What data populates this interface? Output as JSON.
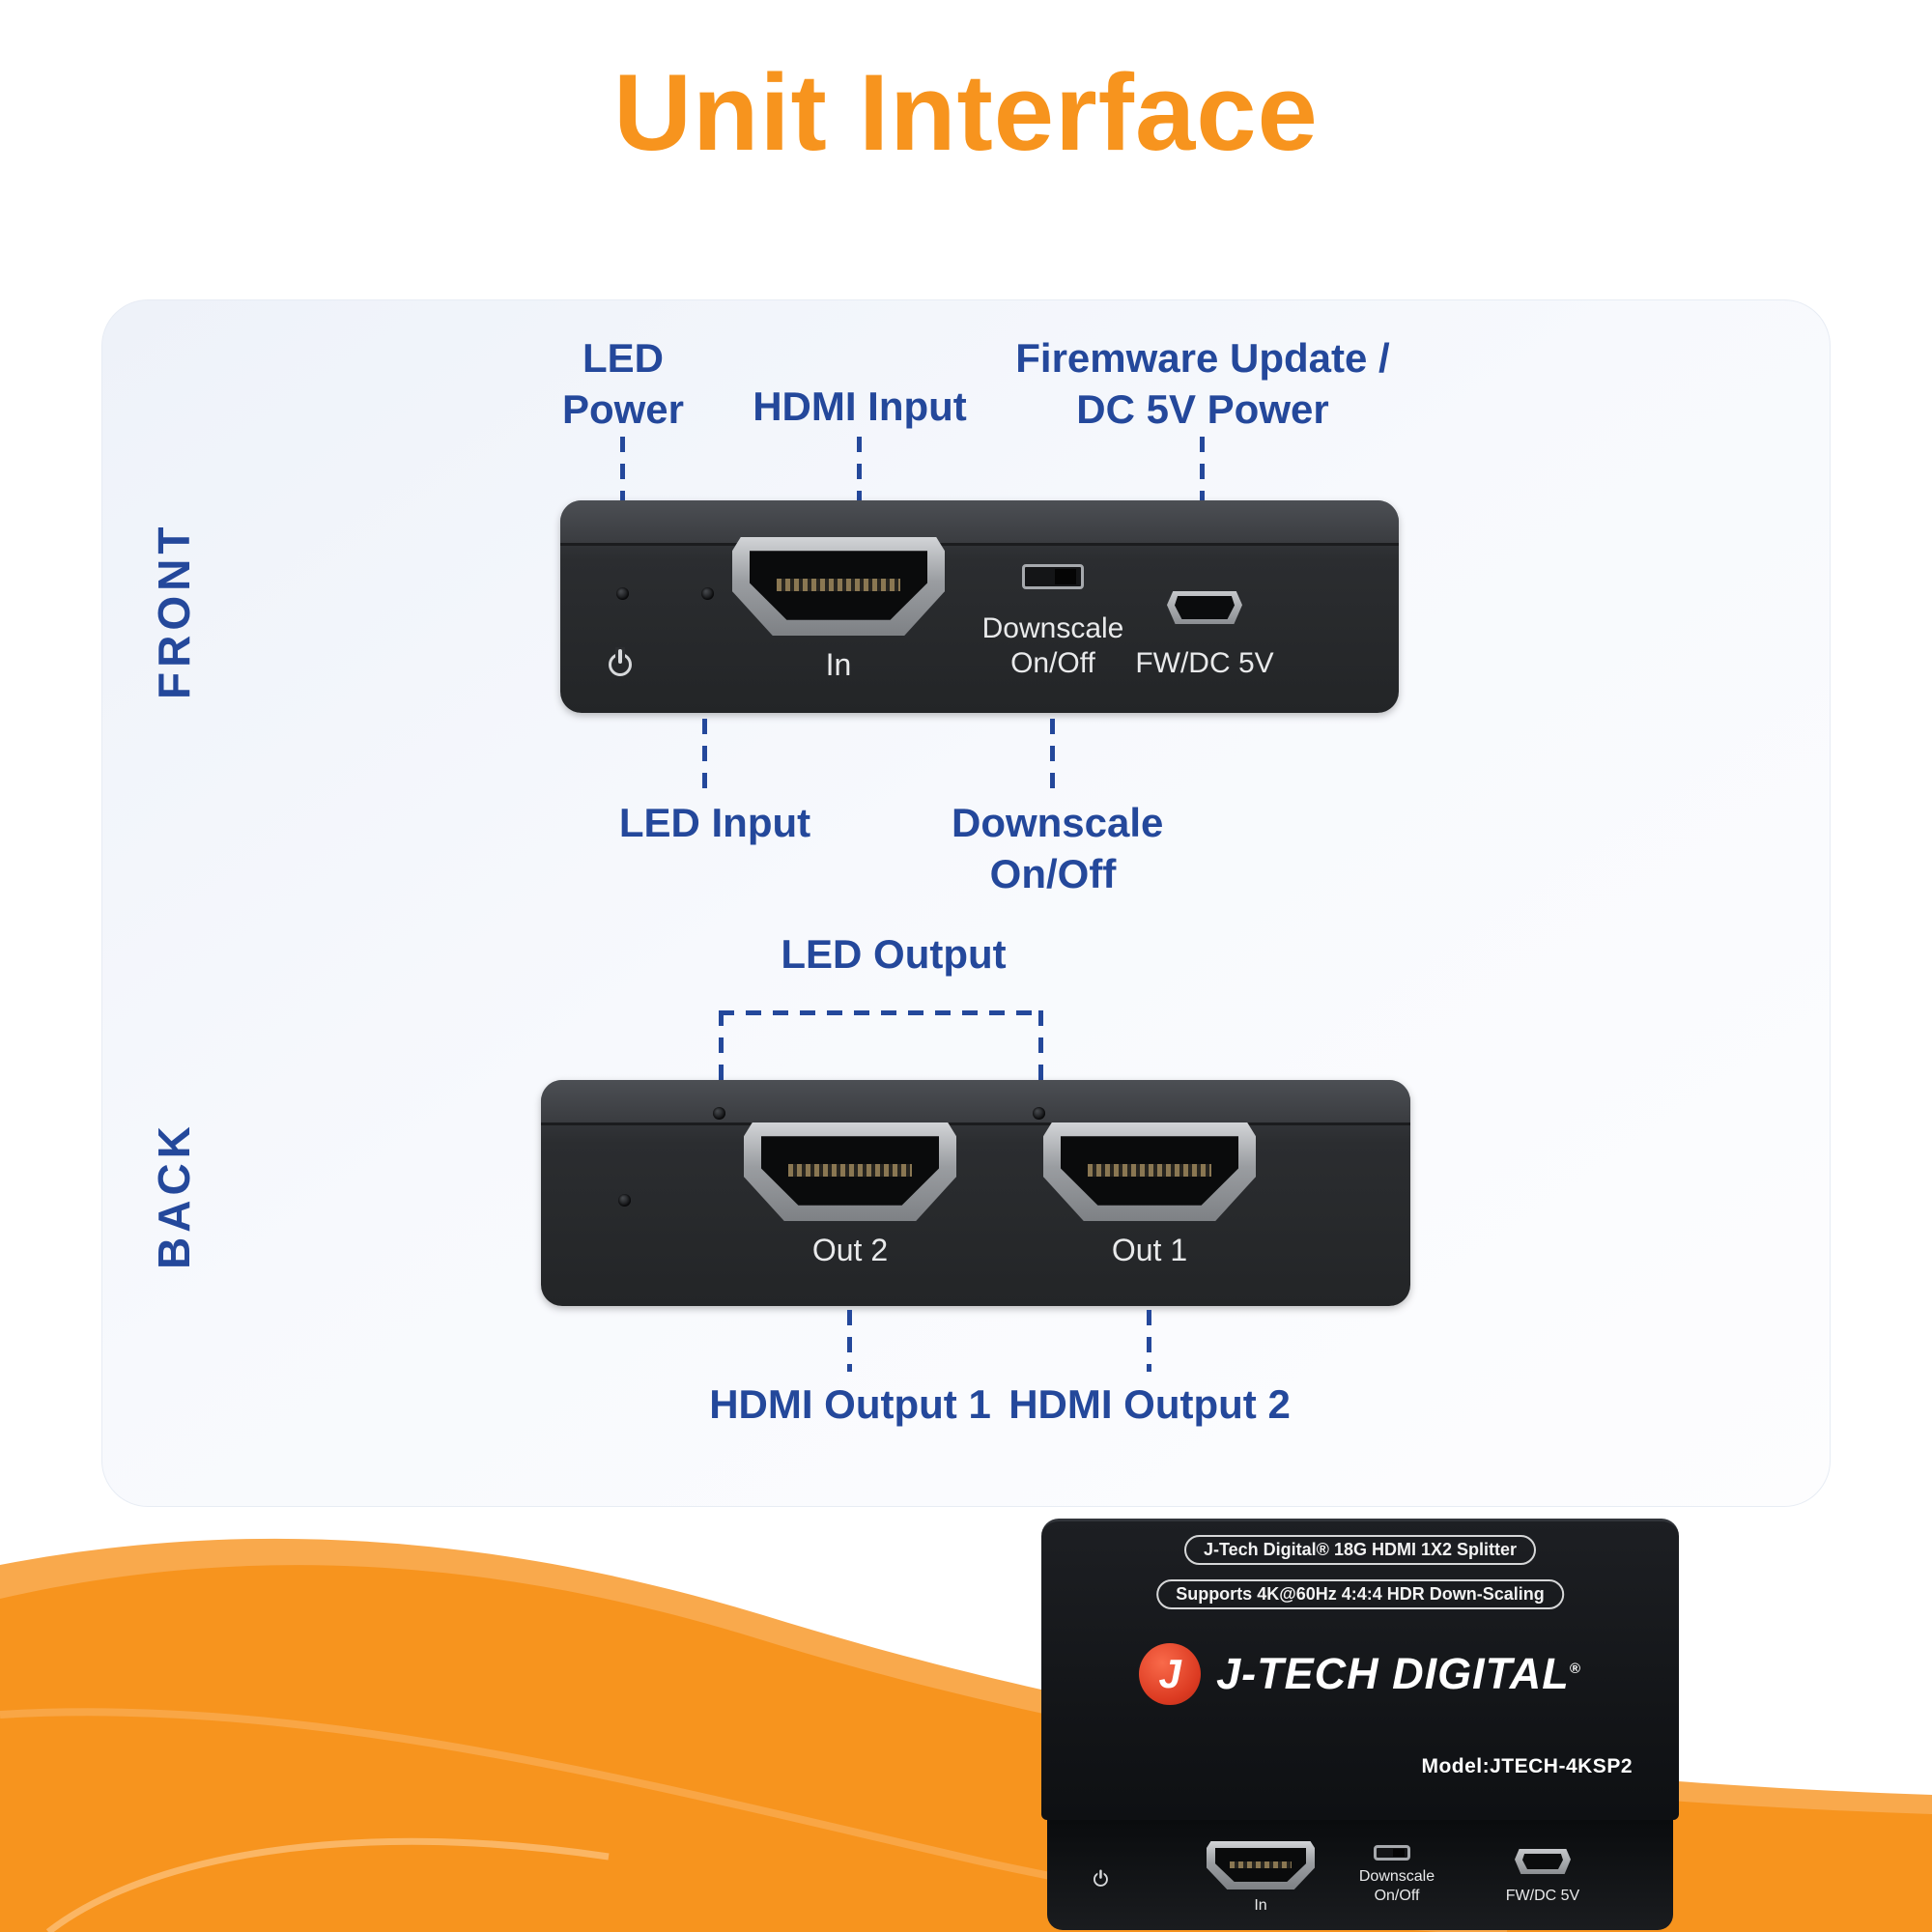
{
  "title": "Unit Interface",
  "colors": {
    "orange": "#F7941E",
    "blue": "#24489B",
    "device_dark": "#2B2D30"
  },
  "front": {
    "section_label": "FRONT",
    "callouts": {
      "led_power_l1": "LED",
      "led_power_l2": "Power",
      "hdmi_input": "HDMI Input",
      "firmware_l1": "Firemware Update /",
      "firmware_l2": "DC 5V Power",
      "led_input": "LED Input",
      "downscale_l1": "Downscale",
      "downscale_l2": "On/Off"
    },
    "device": {
      "in_label": "In",
      "downscale_l1": "Downscale",
      "downscale_l2": "On/Off",
      "fw_label": "FW/DC 5V"
    }
  },
  "back": {
    "section_label": "BACK",
    "callouts": {
      "led_output": "LED Output",
      "hdmi_output1": "HDMI Output 1",
      "hdmi_output2": "HDMI Output 2"
    },
    "device": {
      "out2_label": "Out 2",
      "out1_label": "Out 1"
    }
  },
  "product": {
    "badge_line1": "J-Tech Digital® 18G HDMI 1X2 Splitter",
    "badge_line2": "Supports 4K@60Hz 4:4:4 HDR Down-Scaling",
    "logo_letter": "J",
    "brand": "J-TECH DIGITAL",
    "brand_reg": "®",
    "model": "Model:JTECH-4KSP2",
    "front_in": "In",
    "front_downscale_l1": "Downscale",
    "front_downscale_l2": "On/Off",
    "front_fw": "FW/DC 5V"
  }
}
